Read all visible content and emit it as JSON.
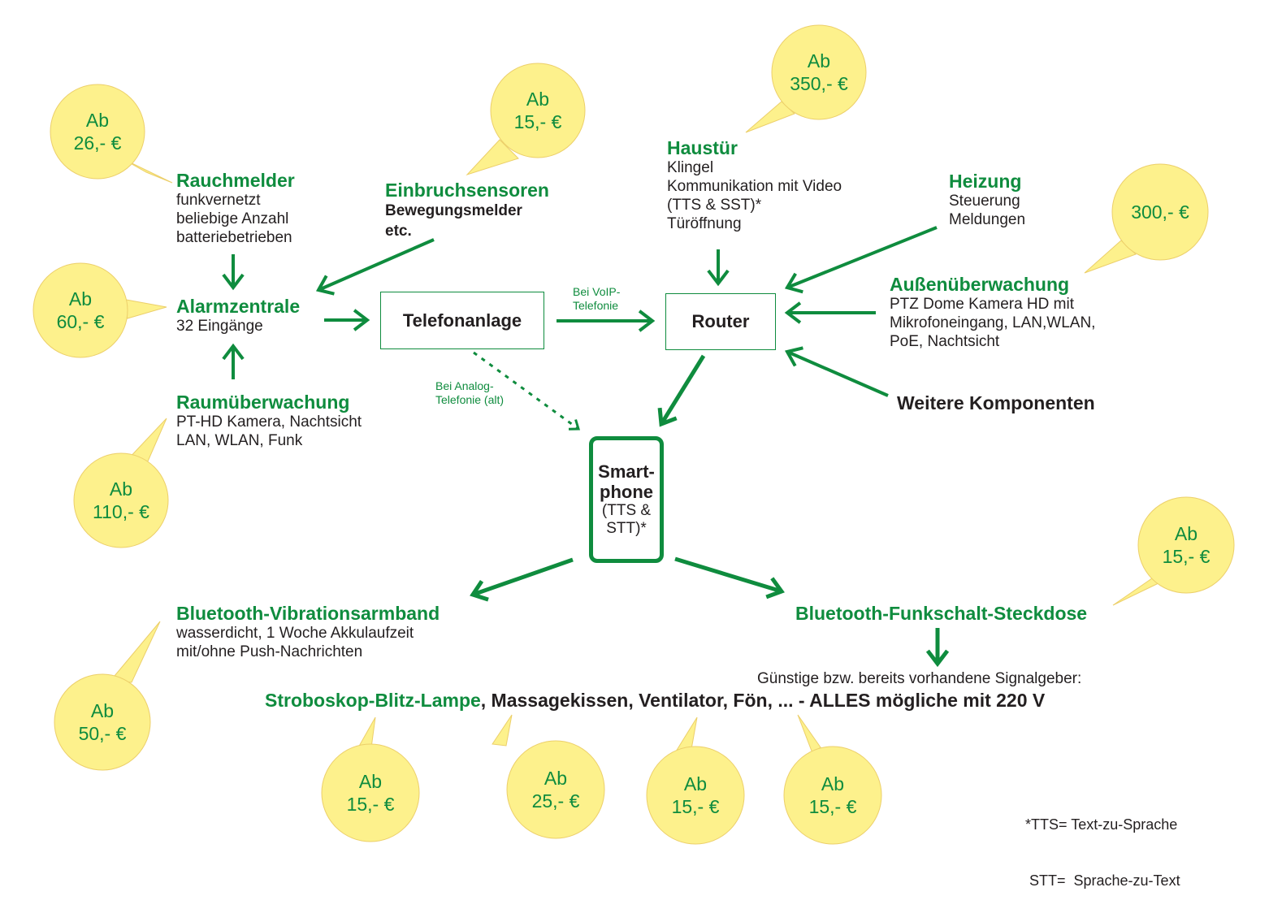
{
  "colors": {
    "green": "#0f8c3e",
    "bubble_fill": "#fdf18c",
    "bubble_stroke": "#eccf6a",
    "text": "#231f20"
  },
  "nodes": {
    "rauchmelder": {
      "title": "Rauchmelder",
      "lines": [
        "funkvernetzt",
        "beliebige Anzahl",
        "batteriebetrieben"
      ]
    },
    "einbruch": {
      "title": "Einbruchsensoren",
      "lines": [
        "Bewegungsmelder",
        "etc."
      ]
    },
    "haustuer": {
      "title": "Haustür",
      "lines": [
        "Klingel",
        "Kommunikation mit Video",
        "(TTS & SST)*",
        "Türöffnung"
      ]
    },
    "heizung": {
      "title": "Heizung",
      "lines": [
        "Steuerung",
        "Meldungen"
      ]
    },
    "alarmzentrale": {
      "title": "Alarmzentrale",
      "lines": [
        "32 Eingänge"
      ]
    },
    "aussen": {
      "title": "Außenüberwachung",
      "lines": [
        "PTZ Dome Kamera HD mit",
        "Mikrofoneingang, LAN,WLAN,",
        "PoE, Nachtsicht"
      ]
    },
    "raum": {
      "title": "Raumüberwachung",
      "lines": [
        "PT-HD Kamera, Nachtsicht",
        "LAN, WLAN, Funk"
      ]
    },
    "weitere": {
      "title": "Weitere Komponenten"
    },
    "telefonanlage": {
      "label": "Telefonanlage"
    },
    "router": {
      "label": "Router"
    },
    "smartphone": {
      "line1": "Smart-",
      "line2": "phone",
      "line3": "(TTS &",
      "line4": "STT)*"
    },
    "armband": {
      "title": "Bluetooth-Vibrationsarmband",
      "lines": [
        "wasserdicht, 1 Woche Akkulaufzeit",
        "mit/ohne Push-Nachrichten"
      ]
    },
    "steckdose": {
      "title": "Bluetooth-Funkschalt-Steckdose"
    }
  },
  "edge_labels": {
    "voip": [
      "Bei VoIP-",
      "Telefonie"
    ],
    "analog": [
      "Bei Analog-",
      "Telefonie (alt)"
    ]
  },
  "signalgeber": {
    "intro": "Günstige bzw. bereits vorhandene Signalgeber:",
    "highlight": "Stroboskop-Blitz-Lampe",
    "rest": ", Massagekissen, Ventilator, Fön, ... - ALLES mögliche mit 220 V"
  },
  "prices": [
    {
      "id": "rauchmelder",
      "line1": "Ab",
      "line2": "26,- €"
    },
    {
      "id": "einbruch",
      "line1": "Ab",
      "line2": "15,- €"
    },
    {
      "id": "haustuer",
      "line1": "Ab",
      "line2": "350,- €"
    },
    {
      "id": "aussen",
      "line1": "",
      "line2": "300,- €"
    },
    {
      "id": "alarmzentrale",
      "line1": "Ab",
      "line2": "60,- €"
    },
    {
      "id": "raum",
      "line1": "Ab",
      "line2": "110,- €"
    },
    {
      "id": "steckdose",
      "line1": "Ab",
      "line2": "15,- €"
    },
    {
      "id": "armband",
      "line1": "Ab",
      "line2": "50,- €"
    },
    {
      "id": "stroboskop",
      "line1": "Ab",
      "line2": "15,- €"
    },
    {
      "id": "massagekissen",
      "line1": "Ab",
      "line2": "25,- €"
    },
    {
      "id": "ventilator",
      "line1": "Ab",
      "line2": "15,- €"
    },
    {
      "id": "foen",
      "line1": "Ab",
      "line2": "15,- €"
    }
  ],
  "footnote": {
    "line1": "*TTS= Text-zu-Sprache",
    "line2": " STT=  Sprache-zu-Text"
  }
}
